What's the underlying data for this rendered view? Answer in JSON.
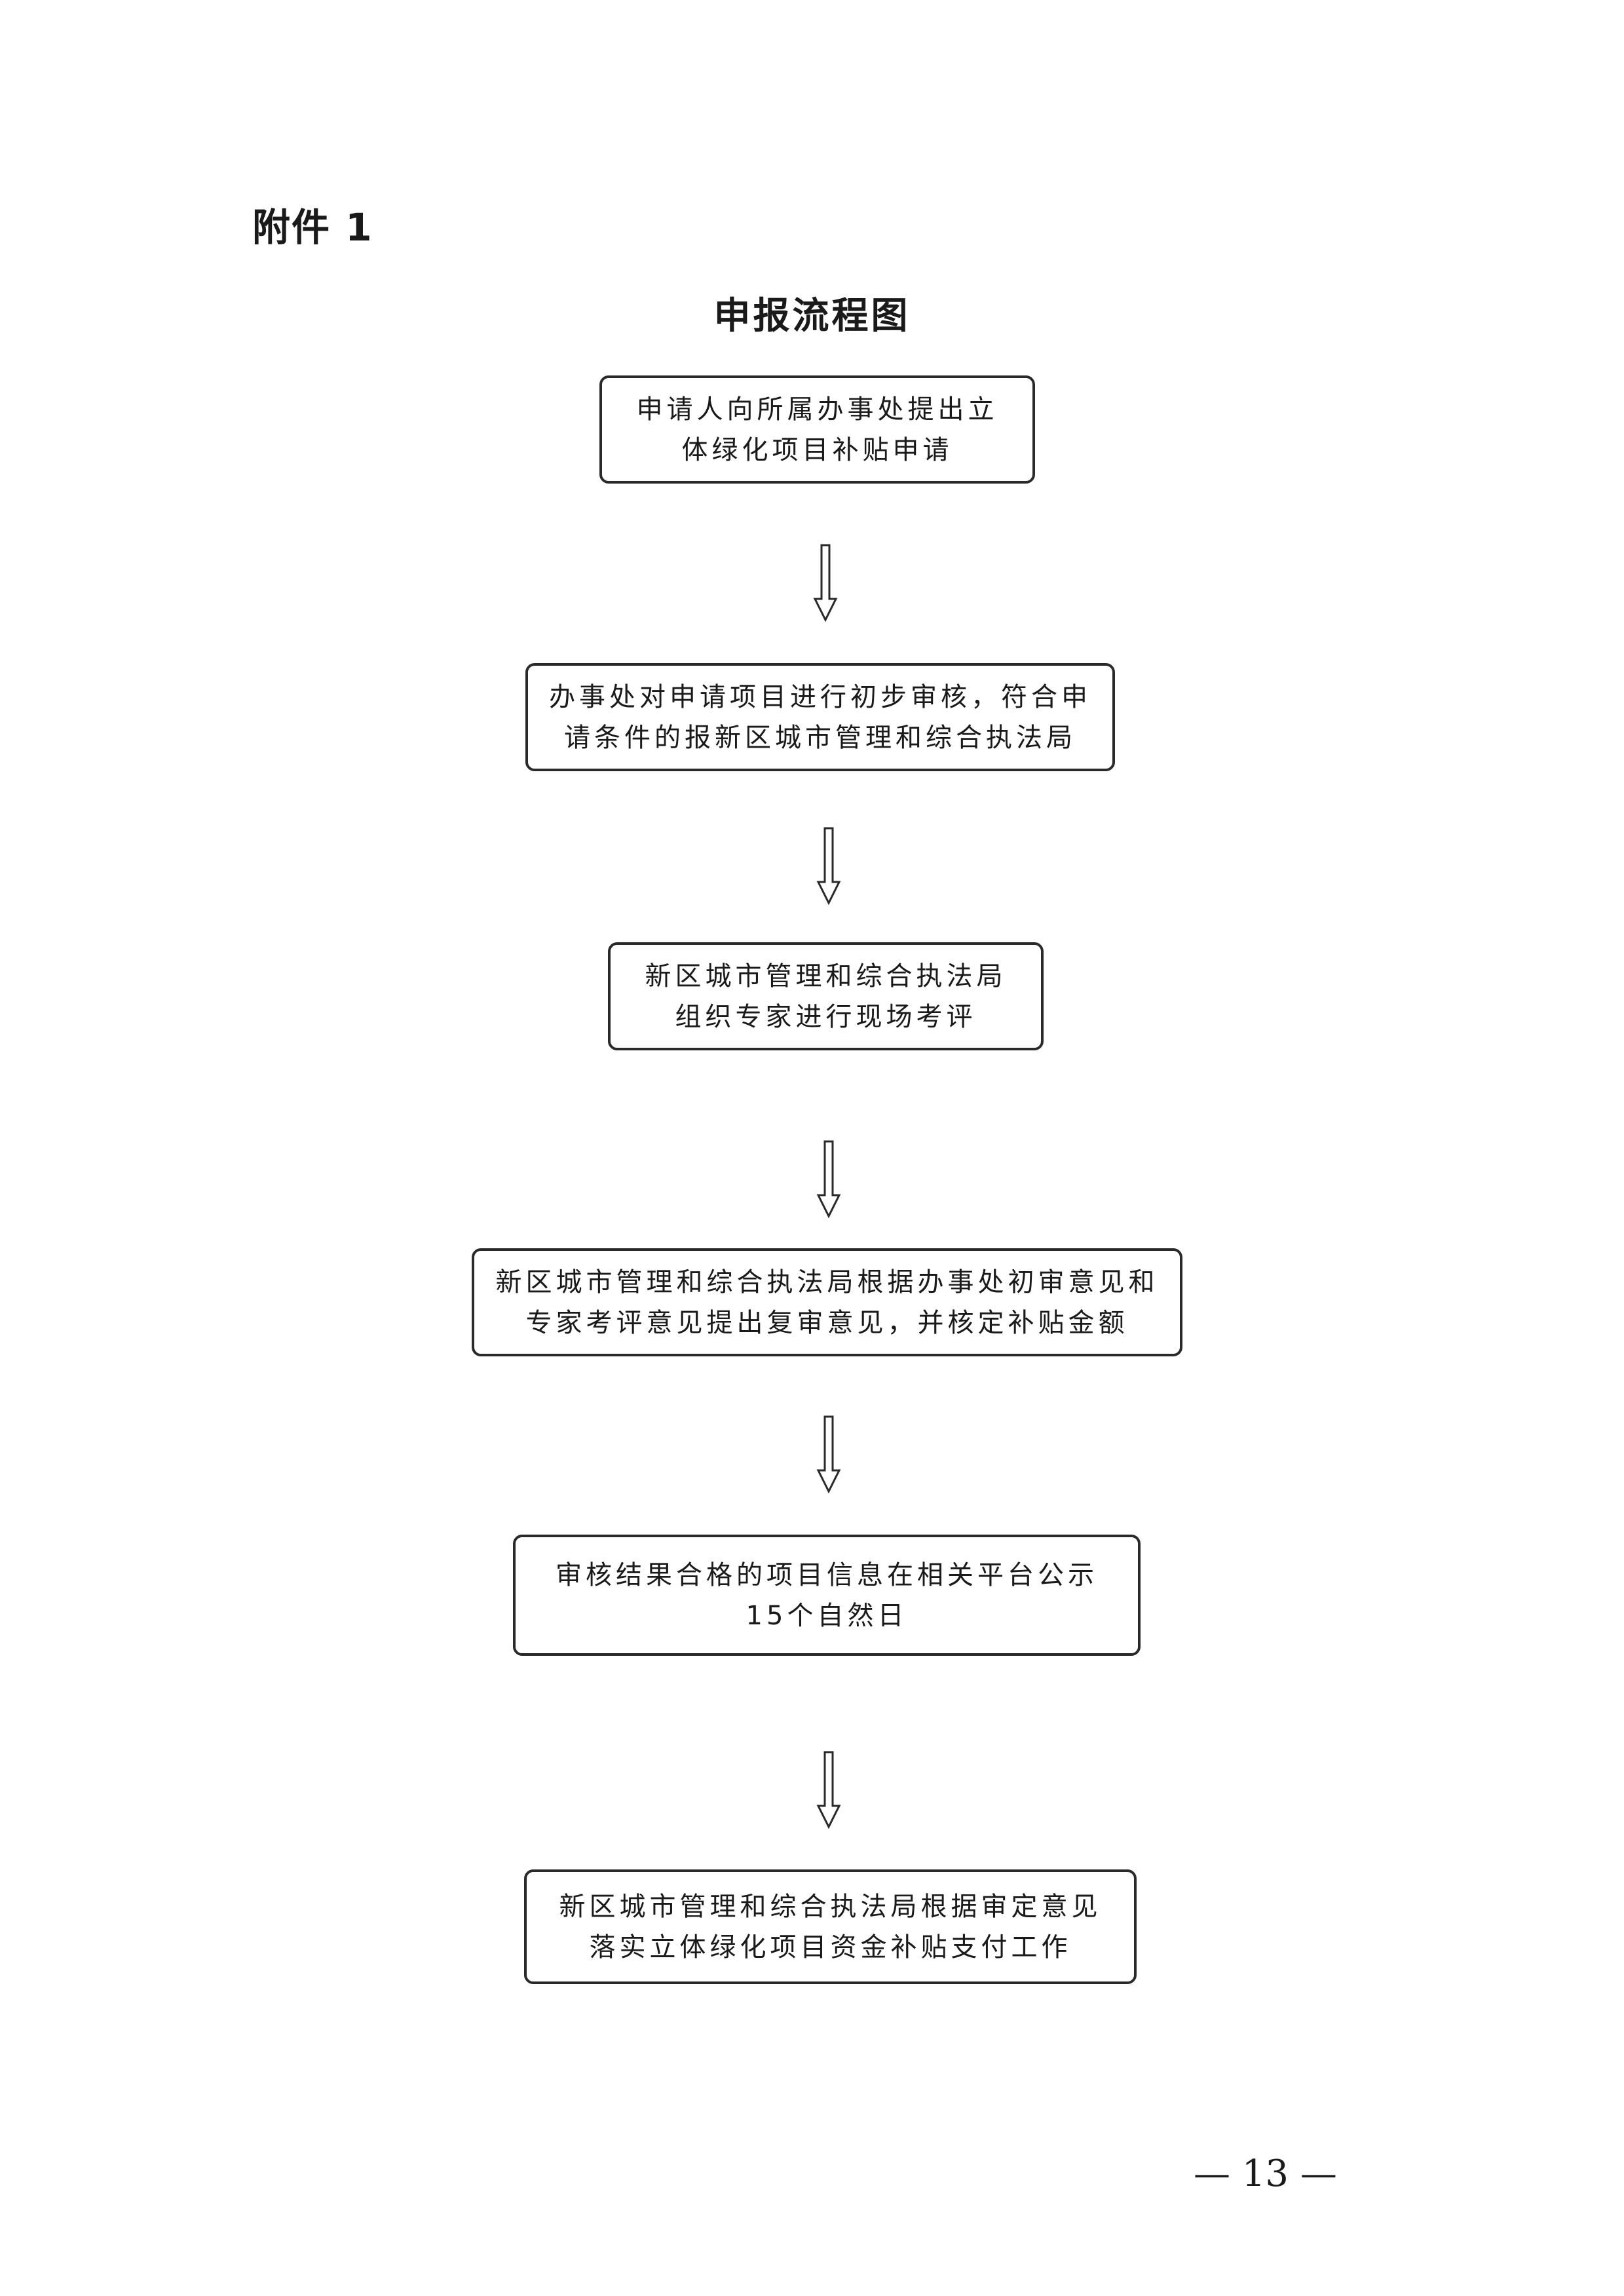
{
  "header": {
    "attachment_label": "附件 1",
    "title": "申报流程图"
  },
  "flow_steps": [
    {
      "text": "申请人向所属办事处提出立体绿化项目补贴申请"
    },
    {
      "text": "办事处对申请项目进行初步审核，符合申请条件的报新区城市管理和综合执法局"
    },
    {
      "text": "新区城市管理和综合执法局组织专家进行现场考评"
    },
    {
      "text": "新区城市管理和综合执法局根据办事处初审意见和专家考评意见提出复审意见，并核定补贴金额"
    },
    {
      "text": "审核结果合格的项目信息在相关平台公示15个自然日"
    },
    {
      "text": "新区城市管理和综合执法局根据审定意见落实立体绿化项目资金补贴支付工作"
    }
  ],
  "footer": {
    "page_number": "— 13 —"
  }
}
